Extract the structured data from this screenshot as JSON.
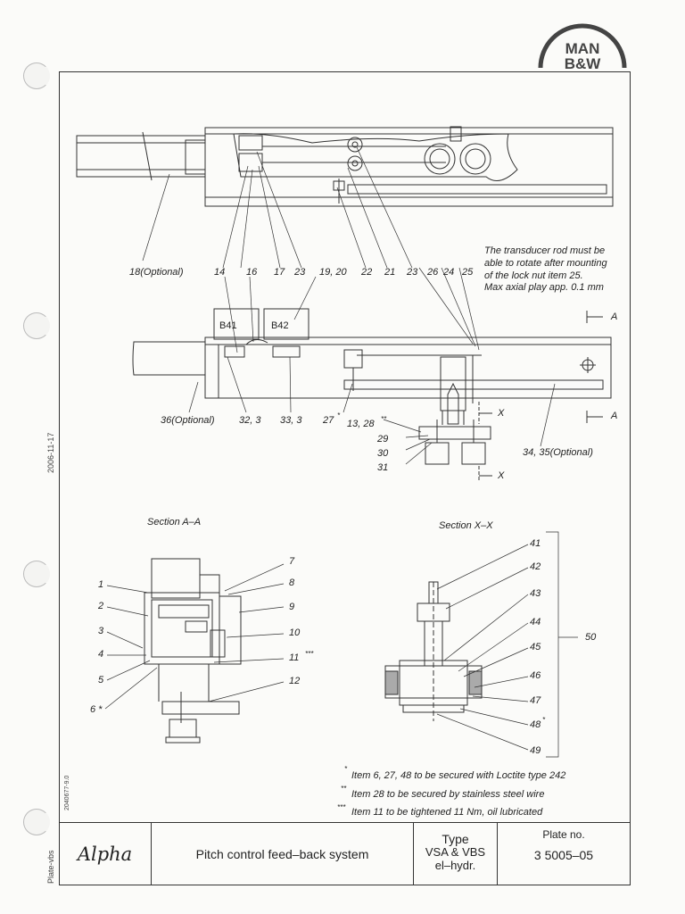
{
  "header": {
    "logo_line1": "MAN",
    "logo_line2": "B&W"
  },
  "margin": {
    "date": "2006-11-17",
    "plate_vbs": "Plate-vbs",
    "doc_code": "2040677-9.0"
  },
  "notes": {
    "transducer": [
      "The transducer rod must be",
      "able to rotate after mounting",
      "of the lock nut item 25.",
      "Max axial play app. 0.1 mm"
    ],
    "loctite_mark": "*",
    "loctite": "Item 6, 27, 48 to be secured with Loctite type 242",
    "wire_mark": "**",
    "wire": "Item 28 to be secured by stainless steel wire",
    "torque_mark": "***",
    "torque": "Item 11 to be tightened 11 Nm, oil lubricated"
  },
  "top_view_labels": [
    "18(Optional)",
    "14",
    "16",
    "17",
    "23",
    "19, 20",
    "22",
    "21",
    "23",
    "26",
    "24",
    "25"
  ],
  "front_view_labels": {
    "b41": "B41",
    "b42": "B42",
    "optional36": "36(Optional)",
    "l32": "32, 3",
    "l33": "33, 3",
    "l27": "27",
    "l27mark": "*",
    "l13": "13, 28",
    "l13mark": "**",
    "l29": "29",
    "l30": "30",
    "l31": "31",
    "l34": "34, 35(Optional)",
    "a_top": "A",
    "a_bot": "A",
    "x_top": "X",
    "x_bot": "X"
  },
  "section_aa": {
    "title": "Section A–A",
    "labels": [
      "1",
      "2",
      "3",
      "4",
      "5",
      "6 *",
      "7",
      "8",
      "9",
      "10",
      "11",
      "12"
    ],
    "mark_11": "***"
  },
  "section_xx": {
    "title": "Section X–X",
    "labels": [
      "41",
      "42",
      "43",
      "44",
      "45",
      "46",
      "47",
      "48",
      "49"
    ],
    "mark_48": "*",
    "group": "50"
  },
  "title_block": {
    "logo": "Alpha",
    "title": "Pitch control feed–back system",
    "type_label": "Type",
    "type_line1": "VSA & VBS",
    "type_line2": "el–hydr.",
    "plate_label": "Plate no.",
    "plate_no": "3 5005–05"
  }
}
